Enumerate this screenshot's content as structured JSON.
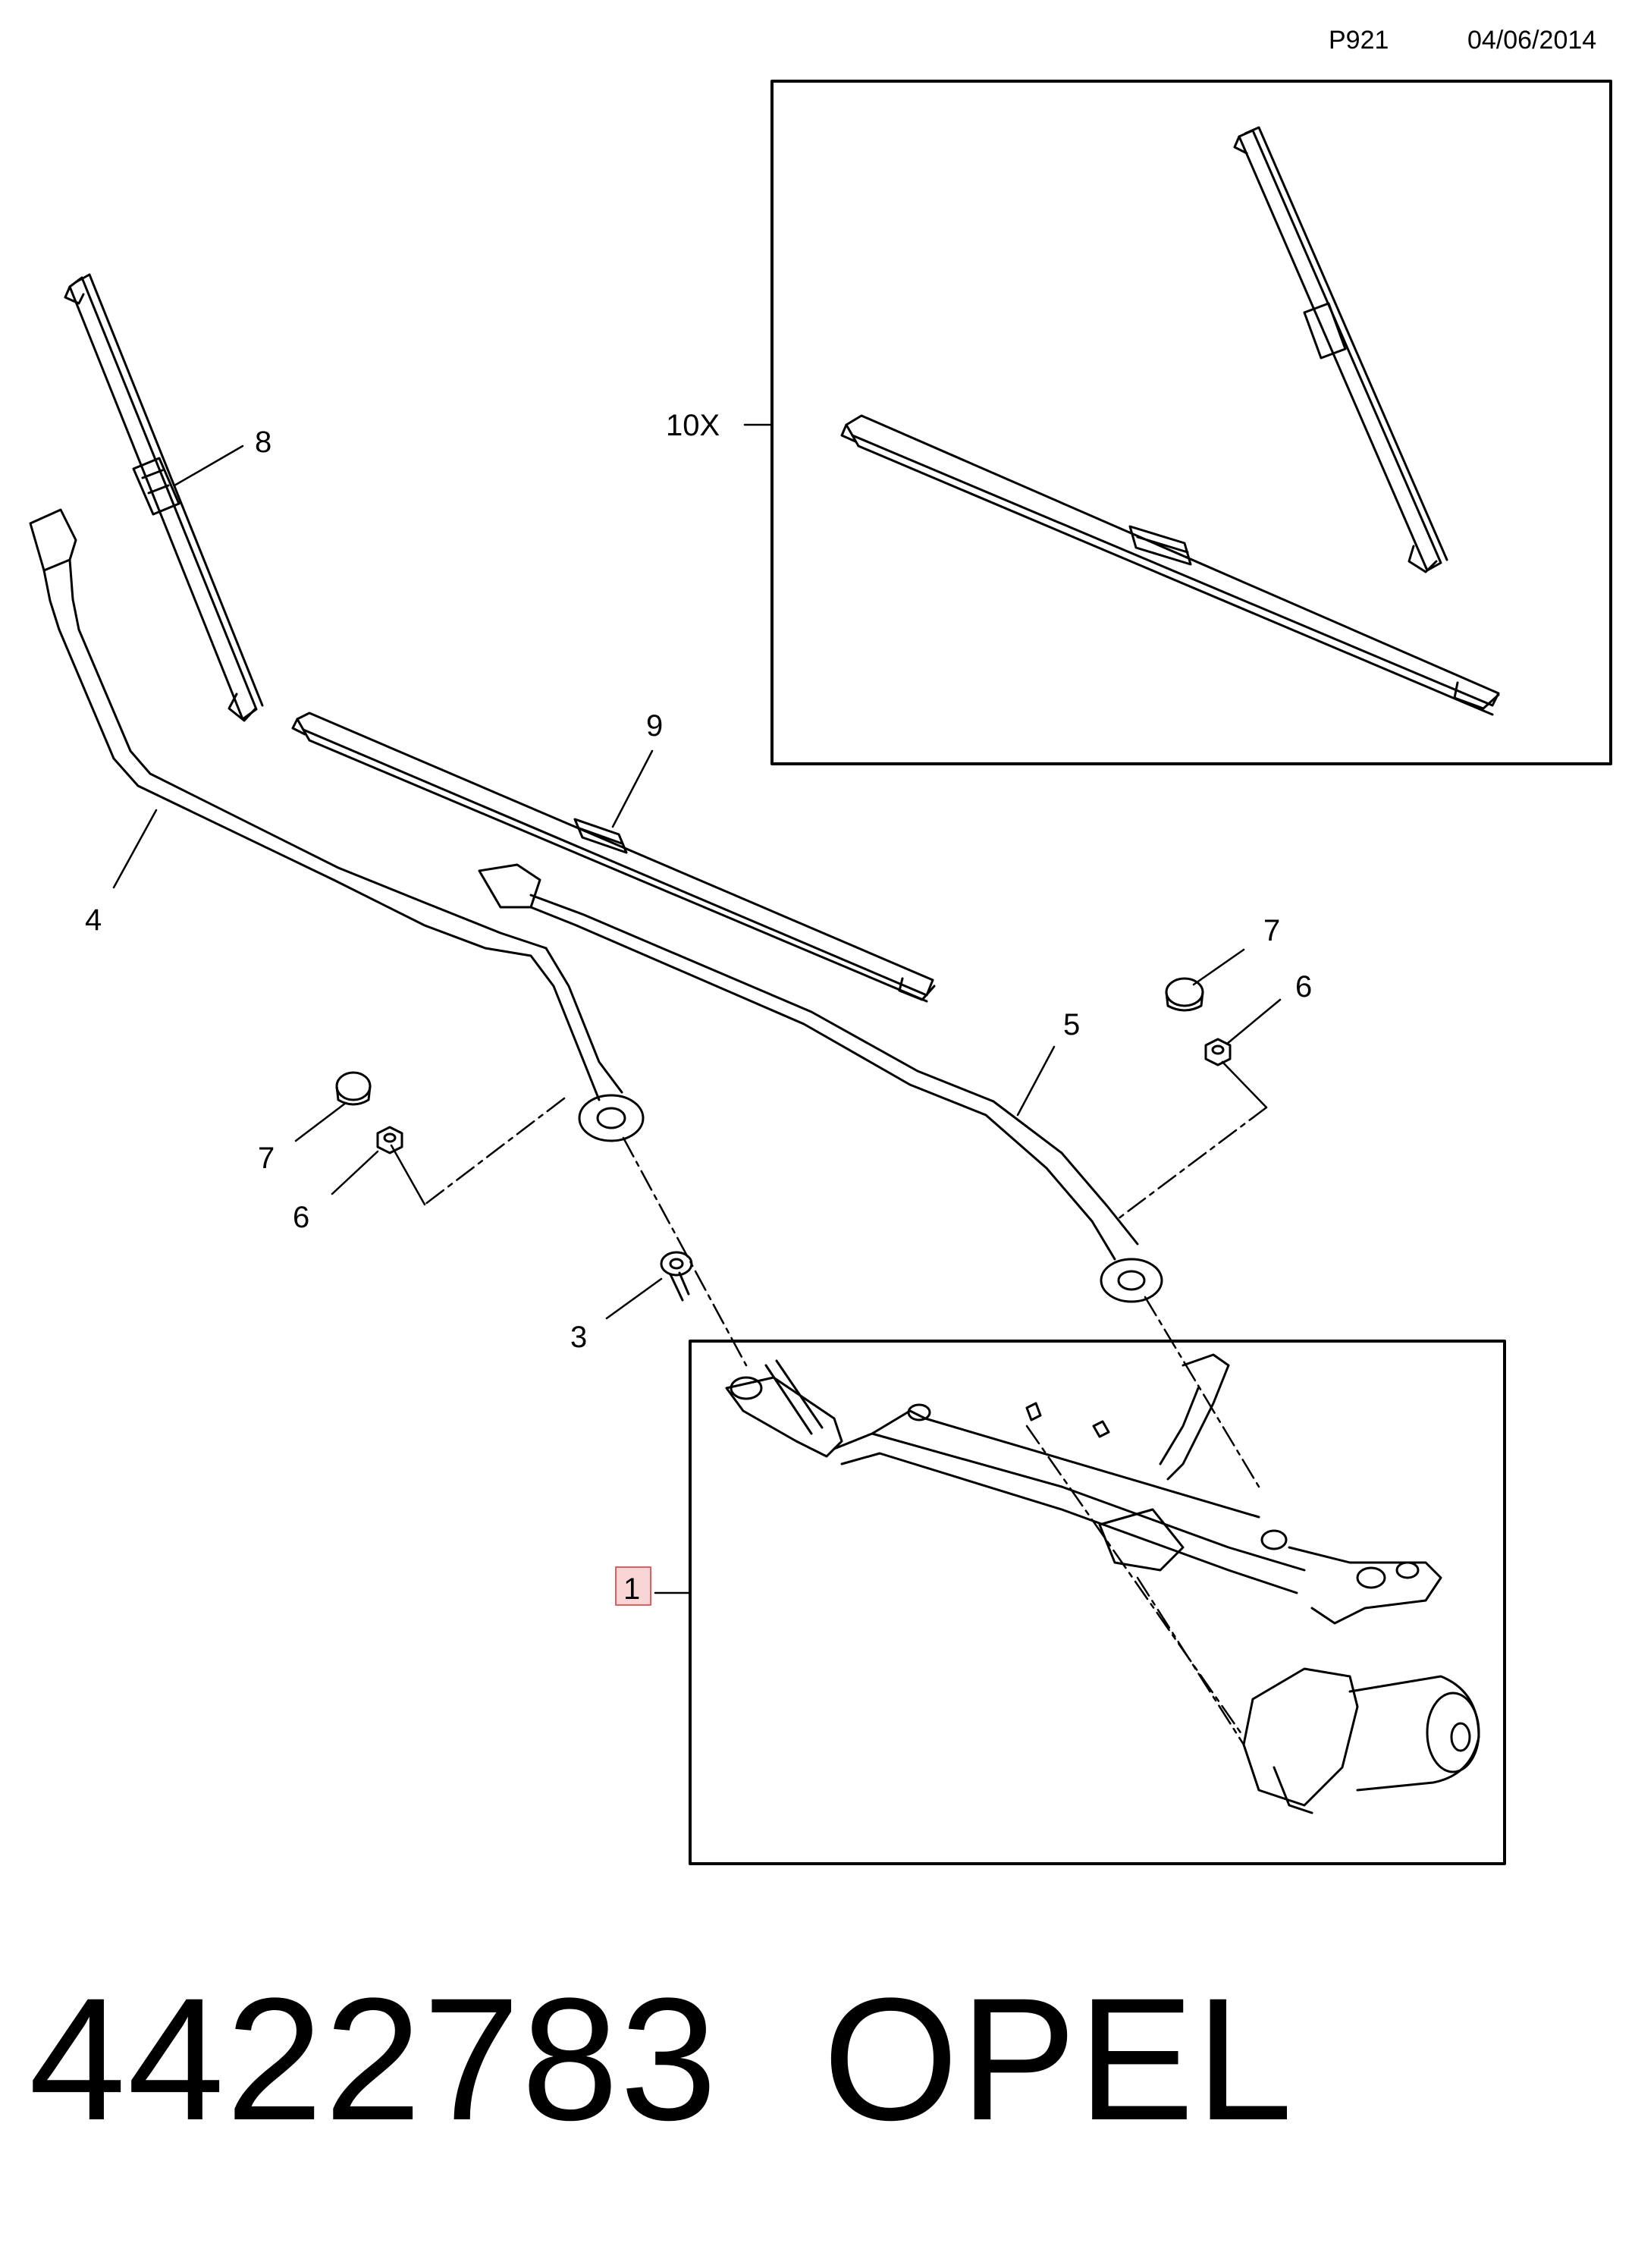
{
  "header": {
    "ref": "P921",
    "date": "04/06/2014"
  },
  "callouts": {
    "c1": "1",
    "c3": "3",
    "c4": "4",
    "c5": "5",
    "c6a": "6",
    "c6b": "6",
    "c7a": "7",
    "c7b": "7",
    "c8": "8",
    "c9": "9",
    "c10": "10X"
  },
  "footer": {
    "part_number": "4422783",
    "brand": "OPEL"
  },
  "colors": {
    "line": "#000000",
    "highlight_fill": "#f9d6d6",
    "highlight_stroke": "#e06060"
  }
}
